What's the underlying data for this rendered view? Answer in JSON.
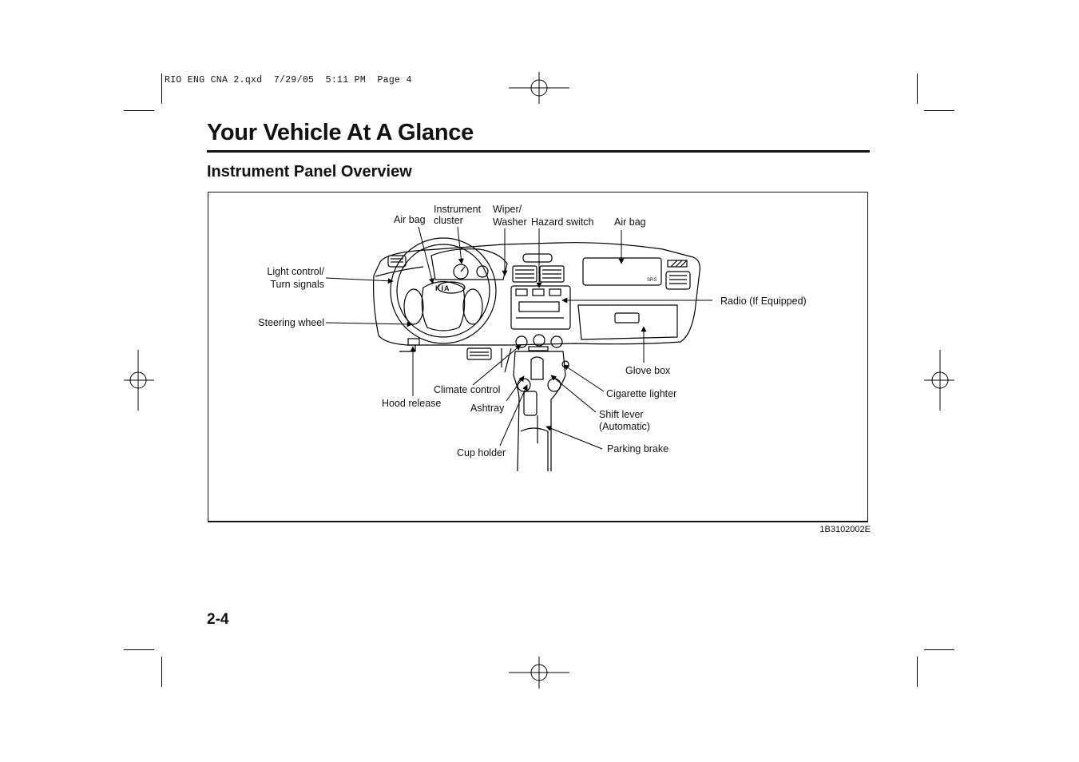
{
  "slug": "RIO ENG CNA 2.qxd  7/29/05  5:11 PM  Page 4",
  "header": {
    "title": "Your Vehicle At A Glance"
  },
  "section": {
    "title": "Instrument Panel Overview"
  },
  "figure": {
    "code": "1B3102002E",
    "badge": "KIA",
    "srs_label": "SRS",
    "callouts": {
      "air_bag_left": "Air bag",
      "instrument_cluster_1": "Instrument",
      "instrument_cluster_2": "cluster",
      "wiper_1": "Wiper/",
      "wiper_2": "Washer",
      "hazard": "Hazard switch",
      "air_bag_right": "Air bag",
      "light_control_1": "Light control/",
      "light_control_2": "Turn signals",
      "radio": "Radio (If Equipped)",
      "steering_wheel": "Steering wheel",
      "glove_box": "Glove box",
      "climate_control": "Climate control",
      "cigarette_lighter": "Cigarette lighter",
      "hood_release": "Hood release",
      "ashtray": "Ashtray",
      "shift_lever_1": "Shift lever",
      "shift_lever_2": "(Automatic)",
      "parking_brake": "Parking brake",
      "cup_holder": "Cup holder"
    }
  },
  "footer": {
    "page_number": "2-4"
  }
}
